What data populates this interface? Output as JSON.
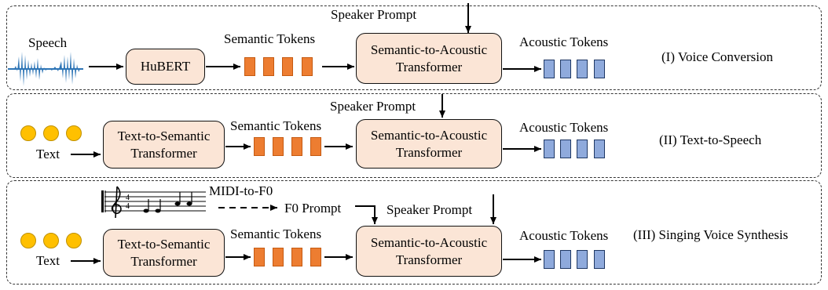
{
  "panels": [
    {
      "input_label": "Speech",
      "encoder": "HuBERT",
      "semantic_label": "Semantic Tokens",
      "speaker_prompt": "Speaker Prompt",
      "s2a": "Semantic-to-Acoustic Transformer",
      "acoustic_label": "Acoustic Tokens",
      "task": "(I) Voice Conversion"
    },
    {
      "input_label": "Text",
      "encoder": "Text-to-Semantic Transformer",
      "semantic_label": "Semantic Tokens",
      "speaker_prompt": "Speaker Prompt",
      "s2a": "Semantic-to-Acoustic Transformer",
      "acoustic_label": "Acoustic Tokens",
      "task": "(II) Text-to-Speech"
    },
    {
      "input_label": "Text",
      "encoder": "Text-to-Semantic Transformer",
      "semantic_label": "Semantic Tokens",
      "midi_label": "MIDI-to-F0",
      "f0_prompt": "F0 Prompt",
      "speaker_prompt": "Speaker Prompt",
      "s2a": "Semantic-to-Acoustic Transformer",
      "acoustic_label": "Acoustic Tokens",
      "task": "(III) Singing Voice Synthesis"
    }
  ],
  "colors": {
    "box_fill": "#fbe5d6",
    "semantic_token": "#ed7d31",
    "acoustic_token": "#8faadc",
    "text_dot": "#ffc000",
    "waveform": "#2e75b6"
  },
  "icons": [
    "waveform-icon",
    "text-dots-icon",
    "music-notes-icon"
  ]
}
